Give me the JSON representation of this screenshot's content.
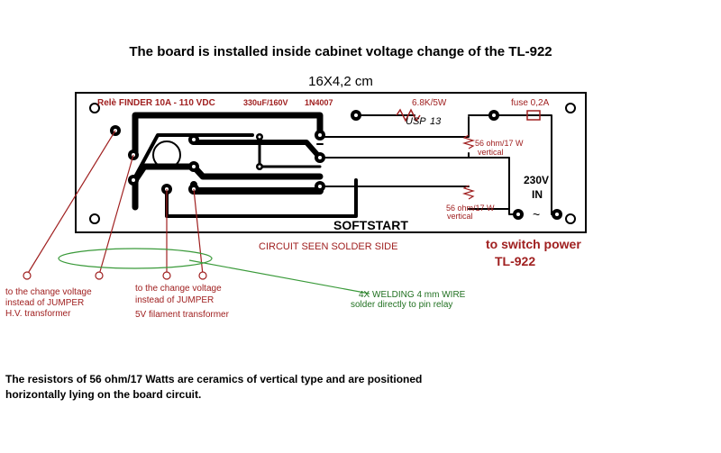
{
  "title": "The board is installed inside  cabinet voltage change of the TL-922",
  "dimension": "16X4,2 cm",
  "board": {
    "relay_label": "Relè FINDER 10A - 110 VDC",
    "capacitor_label": "330uF/160V",
    "diode_label": "1N4007",
    "resistor_68k_label": "6.8K/5W",
    "usp_label": "USP",
    "usp_number": "13",
    "fuse_label": "fuse 0,2A",
    "resistor1_label": "56 ohm/17 W",
    "resistor1_sub": "vertical",
    "resistor2_label": "56 ohm/17 W",
    "resistor2_sub": "vertical",
    "input_voltage": "230V",
    "input_label": "IN",
    "ac_symbol": "~",
    "name": "SOFTSTART"
  },
  "circuit_note": "CIRCUIT SEEN SOLDER SIDE",
  "switch_power_line1": "to switch power",
  "switch_power_line2": "TL-922",
  "notes": {
    "hv_line1": "to the change voltage",
    "hv_line2": "instead of JUMPER",
    "hv_line3": "H.V. transformer",
    "fil_line1": "to the change voltage",
    "fil_line2": "instead of JUMPER",
    "fil_line3": "5V filament transformer",
    "weld_line1": "4X WELDING 4 mm WIRE",
    "weld_line2": "solder directly to pin relay"
  },
  "footer_line1": "The resistors of 56 ohm/17 Watts are ceramics of vertical type and are positioned",
  "footer_line2": "horizontally lying on the board circuit.",
  "colors": {
    "label_red": "#a02020",
    "label_green": "#207020",
    "wire_green": "#3a9a3a",
    "ink": "#000000"
  }
}
